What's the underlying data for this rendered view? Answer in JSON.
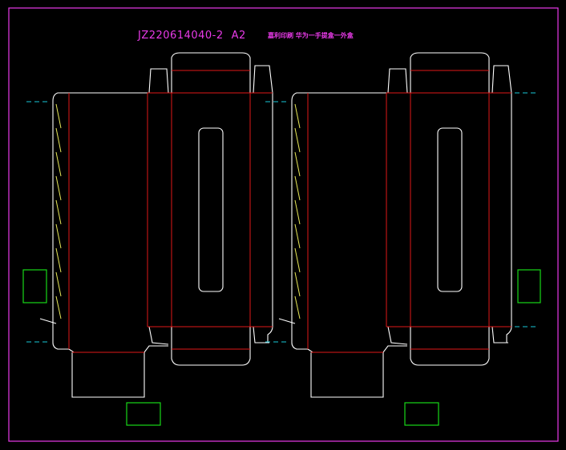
{
  "drawing": {
    "code": "JZ220614040-2",
    "sheet": "A2",
    "note": "嘉利印刷  华为一手提盒一外盒",
    "layouts": [
      "left-die-layout",
      "right-die-layout"
    ],
    "colors": {
      "background": "#000000",
      "frame": "#e83ae8",
      "cut_line": "#ffffff",
      "crease_line": "#e01818",
      "glue_hatch": "#e8e858",
      "marker": "#18d818",
      "guide_line": "#18c8d8",
      "title": "#e83ae8"
    }
  }
}
